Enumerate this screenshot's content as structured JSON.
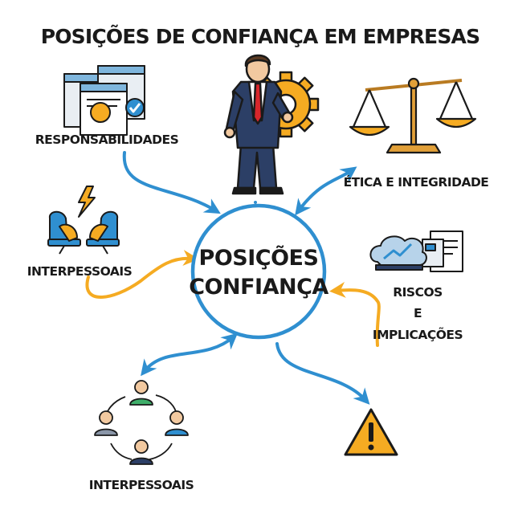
{
  "title": "POSIÇÕES DE CONFIANÇA EM EMPRESAS",
  "center": {
    "line1": "POSIÇÕES",
    "line2": "CONFIANÇA"
  },
  "nodes": {
    "responsabilidades": "RESPONSABILIDADES",
    "etica": "ÉTICA E INTEGRIDADE",
    "interpessoais_left": "INTERPESSOAIS",
    "riscos": {
      "line1": "RISCOS",
      "line2": "E",
      "line3": "IMPLICAÇÕES"
    },
    "interpessoais_bottom": "INTERPESSOAIS"
  },
  "icons": {
    "top": "businessman-gear-icon",
    "responsabilidades": "documents-checkmark-icon",
    "etica": "balance-scale-icon",
    "interpessoais_left": "conflict-chairs-lightning-icon",
    "riscos": "cloud-chart-documents-icon",
    "interpessoais_bottom": "people-cycle-icon",
    "warning": "warning-triangle-icon"
  },
  "colors": {
    "blue": "#2f8fd0",
    "orange": "#f5ab22",
    "dark": "#1a1a1a"
  }
}
